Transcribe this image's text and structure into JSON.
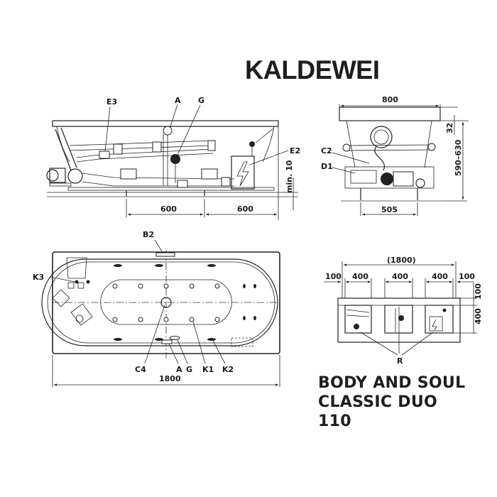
{
  "brand": {
    "name": "KALDEWEI"
  },
  "product": {
    "lines": [
      "BODY AND SOUL",
      "CLASSIC DUO",
      "110"
    ]
  },
  "side_view": {
    "labels": {
      "e3": "E3",
      "a": "A",
      "g": "G",
      "e2": "E2"
    },
    "dimensions": {
      "left_span": "600",
      "right_span": "600",
      "min_clearance": "min. 10"
    }
  },
  "end_view": {
    "labels": {
      "c2": "C2",
      "d1": "D1"
    },
    "dimensions": {
      "width": "800",
      "rim": "32",
      "height": "590–630",
      "feet_span": "505"
    }
  },
  "top_view": {
    "labels": {
      "b2": "B2",
      "k3": "K3",
      "c4": "C4",
      "a": "A",
      "g": "G",
      "k1": "K1",
      "k2": "K2"
    },
    "dimensions": {
      "length": "1800"
    }
  },
  "access_view": {
    "labels": {
      "r": "R"
    },
    "dimensions": {
      "total": "(1800)",
      "margin_left": "100",
      "panel1": "400",
      "panel2": "400",
      "panel3": "400",
      "margin_right": "100",
      "top_offset": "100",
      "panel_height": "400"
    }
  }
}
